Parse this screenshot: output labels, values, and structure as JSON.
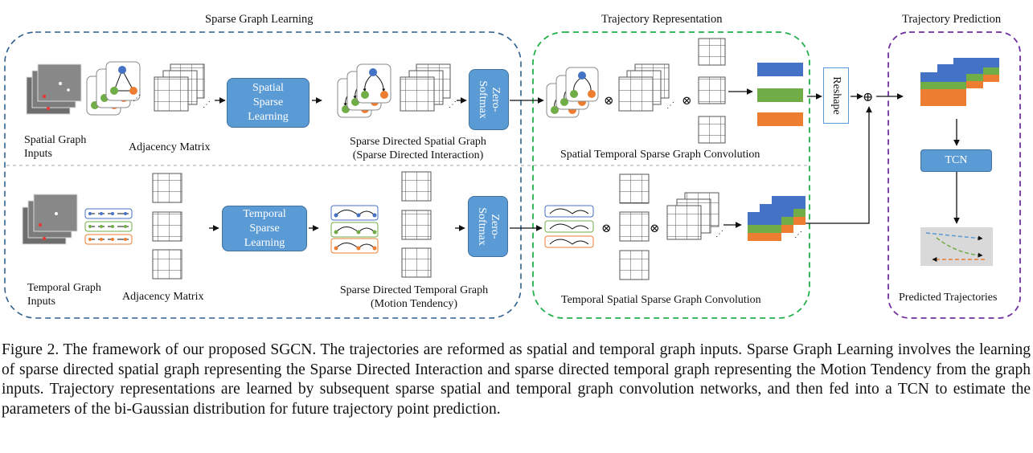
{
  "sections": {
    "sparse_graph_learning": "Sparse Graph Learning",
    "trajectory_representation": "Trajectory Representation",
    "trajectory_prediction": "Trajectory Prediction"
  },
  "labels": {
    "spatial_graph_inputs": "Spatial Graph\nInputs",
    "adjacency_matrix_top": "Adjacency Matrix",
    "sparse_directed_spatial_graph": "Sparse Directed Spatial Graph\n(Sparse Directed Interaction)",
    "spatial_temporal_conv": "Spatial Temporal Sparse Graph Convolution",
    "temporal_graph_inputs": "Temporal Graph\nInputs",
    "adjacency_matrix_bottom": "Adjacency Matrix",
    "sparse_directed_temporal_graph": "Sparse Directed Temporal Graph\n(Motion Tendency)",
    "temporal_spatial_conv": "Temporal Spatial Sparse Graph Convolution",
    "predicted_trajectories": "Predicted Trajectories"
  },
  "boxes": {
    "spatial_sparse_learning": "Spatial\nSparse\nLearning",
    "temporal_sparse_learning": "Temporal\nSparse\nLearning",
    "zero_softmax_top": "Zero-\nSoftmax",
    "zero_softmax_bottom": "Zero-\nSoftmax",
    "reshape": "Reshape",
    "tcn": "TCN"
  },
  "symbols": {
    "otimes": "⊗",
    "oplus": "⊕"
  },
  "colors": {
    "blue_box": "#5b9bd5",
    "sparse_learning_border": "#2e5f8f",
    "representation_border": "#22b14c",
    "prediction_border": "#7030a0",
    "bar_blue": "#4472c4",
    "bar_green": "#70ad47",
    "bar_orange": "#ed7d31"
  },
  "caption": "Figure 2. The framework of our proposed SGCN. The trajectories are reformed as spatial and temporal graph inputs. Sparse Graph Learning involves the learning of sparse directed spatial graph representing the Sparse Directed Interaction and sparse directed temporal graph representing the Motion Tendency from the graph inputs. Trajectory representations are learned by subsequent sparse spatial and temporal graph convolution networks, and then fed into a TCN to estimate the parameters of the bi-Gaussian distribution for future trajectory point prediction."
}
